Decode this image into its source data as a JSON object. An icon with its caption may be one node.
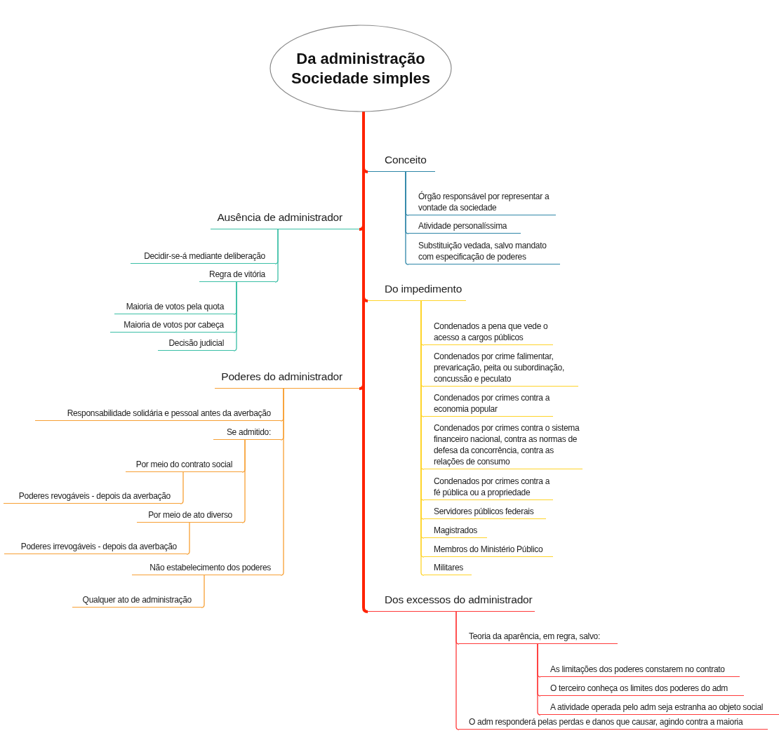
{
  "diagram": {
    "nodes": [
      {
        "text": [
          "Da administração Sociedade simples"
        ]
      },
      {
        "text": [
          "Conceito"
        ]
      },
      {
        "text": [
          "Órgão responsável por representar a vontade da sociedade"
        ]
      },
      {
        "text": [
          "Atividade personalíssima"
        ]
      },
      {
        "text": [
          "Substituição vedada, salvo mandato com especificação de poderes"
        ]
      },
      {
        "text": [
          "Ausência de administrador"
        ]
      },
      {
        "text": [
          "Decidir-se-á mediante deliberação"
        ]
      },
      {
        "text": [
          "Regra de vitória"
        ]
      },
      {
        "text": [
          "Maioria de votos pela quota"
        ]
      },
      {
        "text": [
          "Maioria de votos por cabeça"
        ]
      },
      {
        "text": [
          "Decisão judicial"
        ]
      },
      {
        "text": [
          "Do impedimento"
        ]
      },
      {
        "text": [
          "Condenados a pena que vede o acesso a cargos públicos"
        ]
      },
      {
        "text": [
          "Condenados por crime falimentar, prevaricação, peita ou subordinação, concussão e peculato"
        ]
      },
      {
        "text": [
          "Condenados por crimes contra a economia popular"
        ]
      },
      {
        "text": [
          "Condenados por crimes contra o sistema financeiro nacional, contra as normas de defesa da concorrência, contra as relações de consumo"
        ]
      },
      {
        "text": [
          "Condenados por crimes contra a fé pública ou a propriedade"
        ]
      },
      {
        "text": [
          "Servidores públicos federais"
        ]
      },
      {
        "text": [
          "Magistrados"
        ]
      },
      {
        "text": [
          "Membros do Ministério Público"
        ]
      },
      {
        "text": [
          "Militares"
        ]
      },
      {
        "text": [
          "Poderes do administrador"
        ]
      },
      {
        "text": [
          "Responsabilidade solidária e pessoal antes da averbação"
        ]
      },
      {
        "text": [
          "Se admitido:"
        ]
      },
      {
        "text": [
          "Por meio do contrato social"
        ]
      },
      {
        "text": [
          "Poderes revogáveis - depois da averbação"
        ]
      },
      {
        "text": [
          "Por meio de ato diverso"
        ]
      },
      {
        "text": [
          "Poderes irrevogáveis - depois da averbação"
        ]
      },
      {
        "text": [
          "Não estabelecimento dos poderes"
        ]
      },
      {
        "text": [
          "Qualquer ato de administração"
        ]
      },
      {
        "text": [
          "Dos excessos do administrador"
        ]
      },
      {
        "text": [
          "Teoria da aparência, em regra, salvo:"
        ]
      },
      {
        "text": [
          "As limitações dos poderes constarem no contrato"
        ]
      },
      {
        "text": [
          "O terceiro conheça os limites dos poderes do adm"
        ]
      },
      {
        "text": [
          "A atividade operada pelo adm seja estranha ao objeto social"
        ]
      },
      {
        "text": [
          "O adm responderá pelas perdas e danos que causar, agindo contra a maioria"
        ]
      }
    ],
    "edges": [
      {
        "from": 0,
        "to": 1,
        "arrow": "none",
        "style": "thick",
        "color": "#ff2200"
      },
      {
        "from": 1,
        "to": 2,
        "arrow": "none",
        "color": "#2e86a8"
      },
      {
        "from": 1,
        "to": 3,
        "arrow": "none",
        "color": "#2e86a8"
      },
      {
        "from": 1,
        "to": 4,
        "arrow": "none",
        "color": "#2e86a8"
      },
      {
        "from": 0,
        "to": 5,
        "arrow": "none",
        "style": "thick",
        "color": "#ff2200"
      },
      {
        "from": 5,
        "to": 6,
        "arrow": "none",
        "color": "#3bbfa6"
      },
      {
        "from": 5,
        "to": 7,
        "arrow": "none",
        "color": "#3bbfa6"
      },
      {
        "from": 7,
        "to": 8,
        "arrow": "none",
        "color": "#3bbfa6"
      },
      {
        "from": 7,
        "to": 9,
        "arrow": "none",
        "color": "#3bbfa6"
      },
      {
        "from": 7,
        "to": 10,
        "arrow": "none",
        "color": "#3bbfa6"
      },
      {
        "from": 0,
        "to": 11,
        "arrow": "none",
        "style": "thick",
        "color": "#ff2200"
      },
      {
        "from": 11,
        "to": 12,
        "arrow": "none",
        "color": "#ffd42a"
      },
      {
        "from": 11,
        "to": 13,
        "arrow": "none",
        "color": "#ffd42a"
      },
      {
        "from": 11,
        "to": 14,
        "arrow": "none",
        "color": "#ffd42a"
      },
      {
        "from": 11,
        "to": 15,
        "arrow": "none",
        "color": "#ffd42a"
      },
      {
        "from": 11,
        "to": 16,
        "arrow": "none",
        "color": "#ffd42a"
      },
      {
        "from": 11,
        "to": 17,
        "arrow": "none",
        "color": "#ffd42a"
      },
      {
        "from": 11,
        "to": 18,
        "arrow": "none",
        "color": "#ffd42a"
      },
      {
        "from": 11,
        "to": 19,
        "arrow": "none",
        "color": "#ffd42a"
      },
      {
        "from": 11,
        "to": 20,
        "arrow": "none",
        "color": "#ffd42a"
      },
      {
        "from": 0,
        "to": 21,
        "arrow": "none",
        "style": "thick",
        "color": "#ff2200"
      },
      {
        "from": 21,
        "to": 22,
        "arrow": "none",
        "color": "#f7a035"
      },
      {
        "from": 21,
        "to": 23,
        "arrow": "none",
        "color": "#f7a035"
      },
      {
        "from": 23,
        "to": 24,
        "arrow": "none",
        "color": "#f7a035"
      },
      {
        "from": 24,
        "to": 25,
        "arrow": "none",
        "color": "#f7a035"
      },
      {
        "from": 23,
        "to": 26,
        "arrow": "none",
        "color": "#f7a035"
      },
      {
        "from": 26,
        "to": 27,
        "arrow": "none",
        "color": "#f7a035"
      },
      {
        "from": 21,
        "to": 28,
        "arrow": "none",
        "color": "#f7a035"
      },
      {
        "from": 28,
        "to": 29,
        "arrow": "none",
        "color": "#f7a035"
      },
      {
        "from": 0,
        "to": 30,
        "arrow": "none",
        "style": "thick",
        "color": "#ff2200"
      },
      {
        "from": 30,
        "to": 31,
        "arrow": "none",
        "color": "#ff3b3b"
      },
      {
        "from": 31,
        "to": 32,
        "arrow": "none",
        "color": "#ff3b3b"
      },
      {
        "from": 31,
        "to": 33,
        "arrow": "none",
        "color": "#ff3b3b"
      },
      {
        "from": 31,
        "to": 34,
        "arrow": "none",
        "color": "#ff3b3b"
      },
      {
        "from": 30,
        "to": 35,
        "arrow": "none",
        "color": "#ff3b3b"
      }
    ]
  }
}
